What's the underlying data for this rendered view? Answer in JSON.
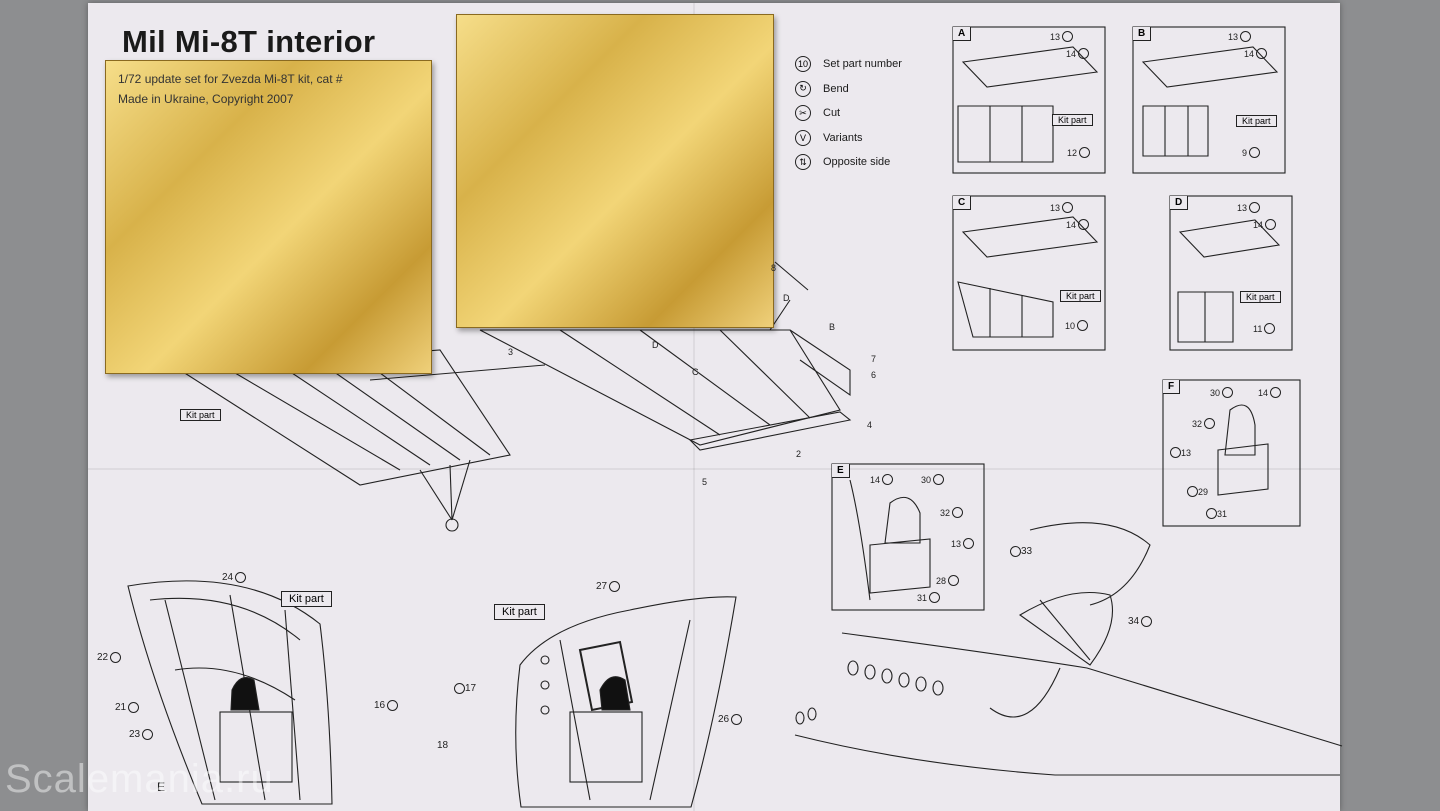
{
  "title": "Mil Mi-8T interior",
  "subtitle_lines": [
    "1/72 update set for Zvezda Mi-8T kit, cat #",
    "Made in Ukraine, Copyright 2007"
  ],
  "legend": [
    {
      "symbol": "10",
      "label": "Set part number",
      "icon": "number-circle-icon"
    },
    {
      "symbol": "↻",
      "label": "Bend",
      "icon": "bend-icon"
    },
    {
      "symbol": "✂",
      "label": "Cut",
      "icon": "cut-icon"
    },
    {
      "symbol": "V",
      "label": "Variants",
      "icon": "variants-icon"
    },
    {
      "symbol": "⇅",
      "label": "Opposite side",
      "icon": "opposite-side-icon"
    }
  ],
  "variants": [
    {
      "letter": "A",
      "kit_label": "Kit part",
      "parts": [
        "13",
        "14",
        "12"
      ]
    },
    {
      "letter": "B",
      "kit_label": "Kit part",
      "parts": [
        "13",
        "14",
        "9"
      ]
    },
    {
      "letter": "C",
      "kit_label": "Kit part",
      "parts": [
        "13",
        "14",
        "10"
      ]
    },
    {
      "letter": "D",
      "kit_label": "Kit part",
      "parts": [
        "13",
        "14",
        "11"
      ]
    },
    {
      "letter": "E",
      "parts": [
        "14",
        "30",
        "32",
        "13",
        "28",
        "31"
      ]
    },
    {
      "letter": "F",
      "parts": [
        "30",
        "14",
        "32",
        "13",
        "29",
        "31"
      ]
    }
  ],
  "floor_callouts": [
    "3",
    "5",
    "2",
    "4",
    "6",
    "7",
    "8",
    "B",
    "D",
    "C"
  ],
  "floor_kit_label": "Kit part",
  "cockpit_left": {
    "kit_label": "Kit part",
    "parts": [
      "24",
      "22",
      "21",
      "23",
      "16"
    ],
    "bottom_letter": "E"
  },
  "cockpit_right": {
    "kit_label": "Kit part",
    "parts": [
      "27",
      "17",
      "18",
      "26"
    ]
  },
  "door_parts": [
    "33",
    "34"
  ],
  "watermark": "Scalemania.ru",
  "colors": {
    "paper": "#ece9ee",
    "brass": "#e2bf5c",
    "ink": "#1a1a1a",
    "background": "#8d8e90"
  }
}
